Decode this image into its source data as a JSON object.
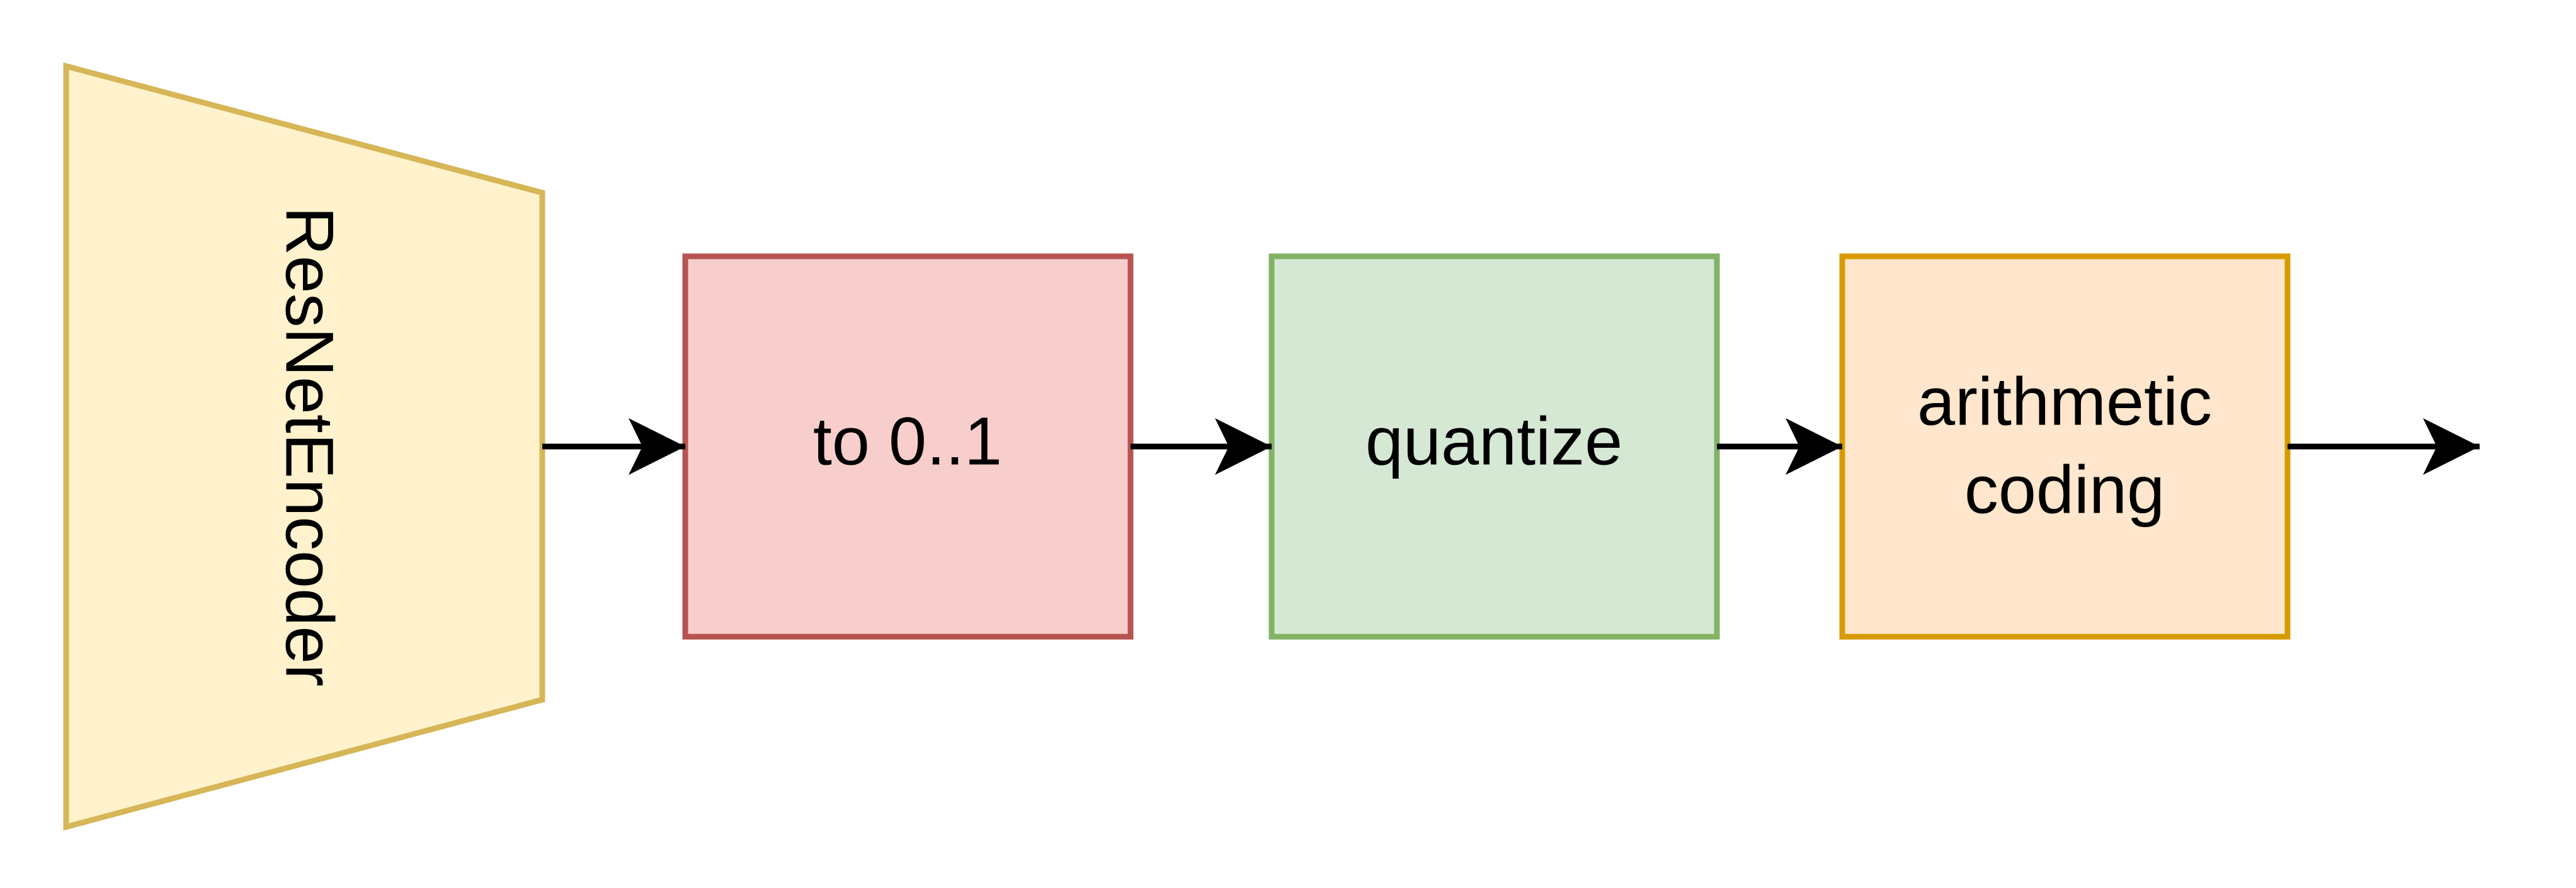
{
  "encoder": {
    "label": "ResNetEncoder",
    "fill": "#fff2cc",
    "stroke": "#d6b656"
  },
  "steps": [
    {
      "id": "normalize",
      "lines": [
        "to 0..1"
      ],
      "fill": "#f8cecc",
      "stroke": "#b85450"
    },
    {
      "id": "quantize",
      "lines": [
        "quantize"
      ],
      "fill": "#d5e8d4",
      "stroke": "#82b366"
    },
    {
      "id": "arithmetic-coding",
      "lines": [
        "arithmetic",
        "coding"
      ],
      "fill": "#ffe6cc",
      "stroke": "#d79b00"
    }
  ],
  "arrow_color": "#000000"
}
